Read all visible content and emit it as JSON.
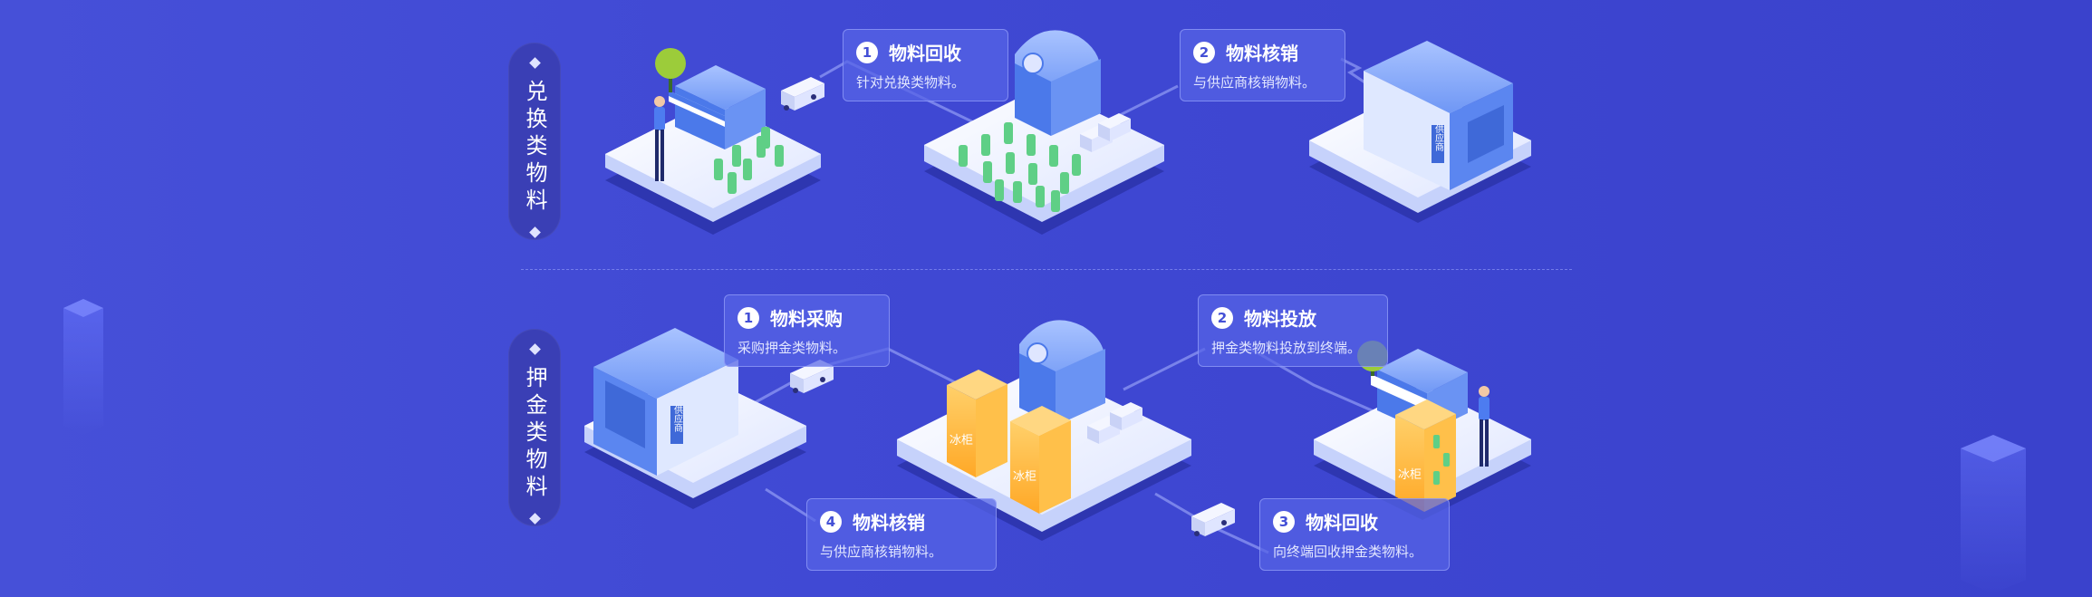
{
  "rows": [
    {
      "category_label": "兑换类物料",
      "steps": [
        {
          "num": "1",
          "title": "物料回收",
          "desc": "针对兑换类物料。"
        },
        {
          "num": "2",
          "title": "物料核销",
          "desc": "与供应商核销物料。"
        }
      ]
    },
    {
      "category_label": "押金类物料",
      "steps": [
        {
          "num": "1",
          "title": "物料采购",
          "desc": "采购押金类物料。"
        },
        {
          "num": "2",
          "title": "物料投放",
          "desc": "押金类物料投放到终端。"
        },
        {
          "num": "3",
          "title": "物料回收",
          "desc": "向终端回收押金类物料。"
        },
        {
          "num": "4",
          "title": "物料核销",
          "desc": "与供应商核销物料。"
        }
      ]
    }
  ],
  "building_signs": {
    "supplier": "供应商",
    "fridge": "冰柜"
  },
  "colors": {
    "background": "#4048d3",
    "platform": "#e8edff",
    "building_blue": "#5b86f0",
    "fridge_orange": "#ffb840",
    "bottle_green": "#5fcf86",
    "tree": "#9ccc3a"
  }
}
